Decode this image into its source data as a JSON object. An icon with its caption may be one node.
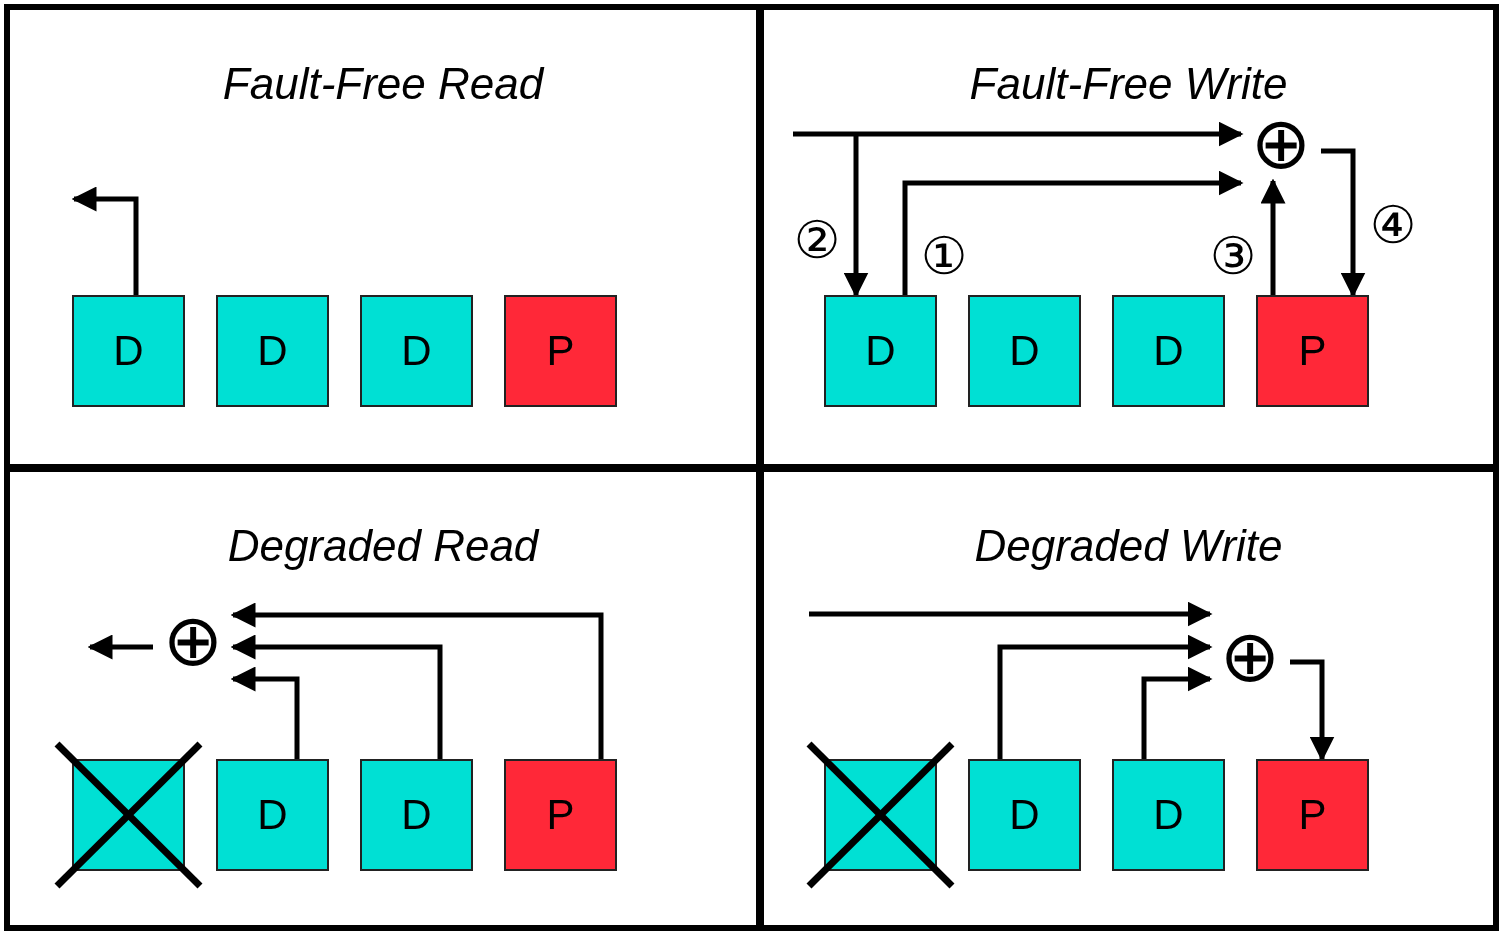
{
  "diagram": {
    "nodes": [
      {
        "text": [
          "Fault-Free Read"
        ]
      },
      {
        "text": [
          "D"
        ],
        "in": 0
      },
      {
        "text": [
          "D"
        ],
        "in": 0
      },
      {
        "text": [
          "D"
        ],
        "in": 0
      },
      {
        "text": [
          "P"
        ],
        "in": 0
      },
      {
        "text": [
          "Fault-Free Write"
        ]
      },
      {
        "text": [
          "⊕"
        ],
        "in": 5
      },
      {
        "text": [
          "D"
        ],
        "in": 5
      },
      {
        "text": [
          "D"
        ],
        "in": 5
      },
      {
        "text": [
          "D"
        ],
        "in": 5
      },
      {
        "text": [
          "P"
        ],
        "in": 5
      },
      {
        "text": [
          "Degraded Read"
        ]
      },
      {
        "text": [
          "⊕"
        ],
        "in": 11
      },
      {
        "text": [],
        "shape": "box",
        "in": 11
      },
      {
        "text": [
          "D"
        ],
        "in": 11
      },
      {
        "text": [
          "D"
        ],
        "in": 11
      },
      {
        "text": [
          "P"
        ],
        "in": 11
      },
      {
        "text": [
          "Degraded Write"
        ]
      },
      {
        "text": [
          "⊕"
        ],
        "in": 17
      },
      {
        "text": [],
        "shape": "box",
        "in": 17
      },
      {
        "text": [
          "D"
        ],
        "in": 17
      },
      {
        "text": [
          "D"
        ],
        "in": 17
      },
      {
        "text": [
          "P"
        ],
        "in": 17
      }
    ],
    "edges": [
      {
        "from": 1,
        "to": null,
        "arrow": "to"
      },
      {
        "from": null,
        "to": 6,
        "arrow": "to"
      },
      {
        "from": null,
        "to": 7,
        "arrow": "to",
        "label": "②"
      },
      {
        "from": 7,
        "to": 6,
        "arrow": "to",
        "label": "①"
      },
      {
        "from": 10,
        "to": 6,
        "arrow": "to",
        "label": "③"
      },
      {
        "from": 6,
        "to": 10,
        "arrow": "to",
        "label": "④"
      },
      {
        "from": 14,
        "to": 12,
        "arrow": "to"
      },
      {
        "from": 15,
        "to": 12,
        "arrow": "to"
      },
      {
        "from": 16,
        "to": 12,
        "arrow": "to"
      },
      {
        "from": 12,
        "to": null,
        "arrow": "to"
      },
      {
        "from": null,
        "to": 18,
        "arrow": "to"
      },
      {
        "from": 20,
        "to": 18,
        "arrow": "to"
      },
      {
        "from": 21,
        "to": 18,
        "arrow": "to"
      },
      {
        "from": 18,
        "to": 22,
        "arrow": "to"
      }
    ]
  }
}
